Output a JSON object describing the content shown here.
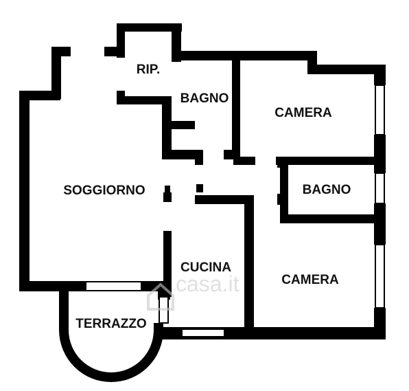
{
  "rooms": {
    "ripostiglio": "RIP.",
    "bagno_top": "BAGNO",
    "camera_top": "CAMERA",
    "soggiorno": "SOGGIORNO",
    "bagno_right": "BAGNO",
    "cucina": "CUCINA",
    "camera_bottom": "CAMERA",
    "terrazzo": "TERRAZZO"
  },
  "watermark": "casa.it",
  "colors": {
    "wall": "#000000",
    "background": "#ffffff",
    "label": "#111111",
    "watermark": "#c8c8c8"
  }
}
